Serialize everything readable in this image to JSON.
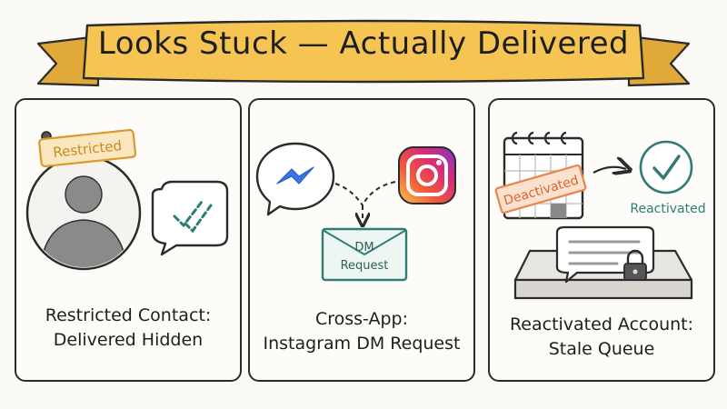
{
  "title": "Looks Stuck — Actually Delivered",
  "colors": {
    "banner": "#f6c453",
    "banner_dark": "#e0a93a",
    "restricted": "#d99a2b",
    "deactivated": "#e8864a",
    "teal": "#2e7d73",
    "messenger": "#3b73e8",
    "stroke": "#2b2b2b"
  },
  "panels": [
    {
      "tag": "Restricted",
      "caption_line1": "Restricted Contact:",
      "caption_line2": "Delivered Hidden",
      "icons": [
        "person-silhouette-icon",
        "chat-bubble-icon",
        "double-check-icon",
        "pin-icon"
      ]
    },
    {
      "envelope_line1": "DM",
      "envelope_line2": "Request",
      "caption_line1": "Cross-App:",
      "caption_line2": "Instagram DM Request",
      "icons": [
        "messenger-icon",
        "instagram-icon",
        "envelope-icon"
      ]
    },
    {
      "tag": "Deactivated",
      "status": "Reactivated",
      "caption_line1": "Reactivated Account:",
      "caption_line2": "Stale Queue",
      "icons": [
        "calendar-icon",
        "check-circle-icon",
        "tray-icon",
        "lock-icon"
      ]
    }
  ]
}
